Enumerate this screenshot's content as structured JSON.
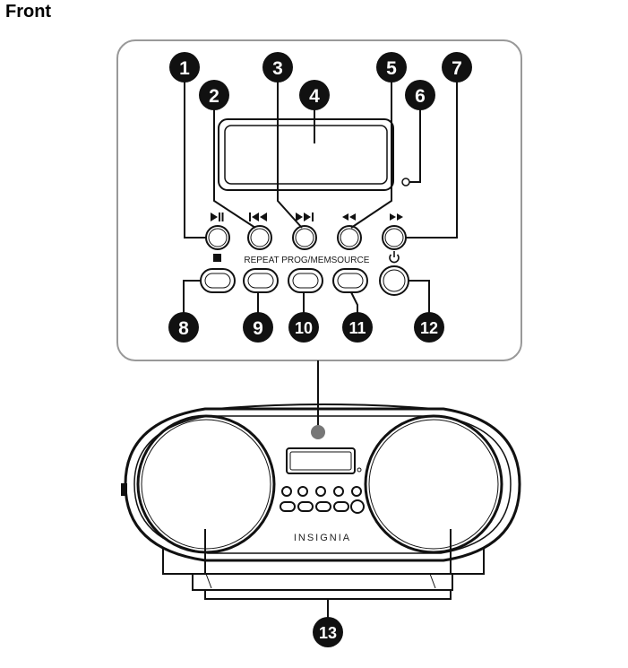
{
  "page": {
    "title": "Front"
  },
  "buttons": {
    "repeat": "REPEAT",
    "prog_mem": "PROG/MEM",
    "source": "SOURCE"
  },
  "device": {
    "brand": "INSIGNIA"
  },
  "callouts": [
    "1",
    "2",
    "3",
    "4",
    "5",
    "6",
    "7",
    "8",
    "9",
    "10",
    "11",
    "12",
    "13"
  ],
  "colors": {
    "callout_fill": "#111111",
    "line": "#111111",
    "panel_border": "#999999"
  }
}
